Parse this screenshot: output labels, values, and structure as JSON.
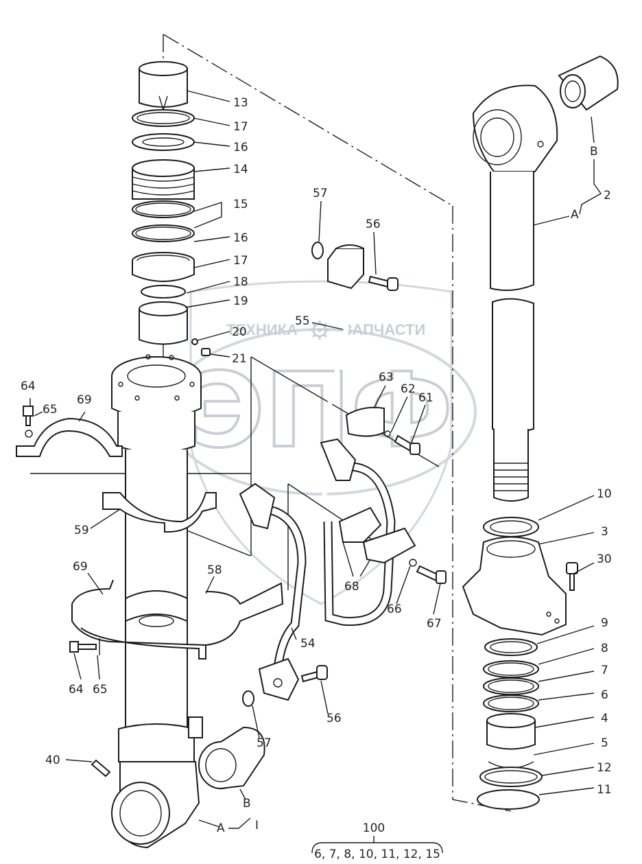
{
  "watermark": {
    "left_text": "ТЕХНИКА",
    "right_text": "ЗАПЧАСТИ",
    "logo_text": "ЭПФ",
    "gear_icon": "gear-icon",
    "color": "#c9ced6"
  },
  "callouts": {
    "p13": "13",
    "p17a": "17",
    "p16a": "16",
    "p14": "14",
    "p15": "15",
    "p16b": "16",
    "p17b": "17",
    "p18": "18",
    "p19": "19",
    "p20": "20",
    "p21": "21",
    "p64a": "64",
    "p65a": "65",
    "p69a": "69",
    "p59": "59",
    "p69b": "69",
    "p64b": "64",
    "p65b": "65",
    "p58": "58",
    "p40": "40",
    "pA1": "A",
    "pB1": "B",
    "p1": "I",
    "p57a": "57",
    "p56a": "56",
    "p55": "55",
    "p63": "63",
    "p62": "62",
    "p61": "61",
    "p54": "54",
    "p56b": "56",
    "p57b": "57",
    "p68": "68",
    "p66": "66",
    "p67": "67",
    "pB2": "B",
    "p2": "2",
    "pA2": "A",
    "p10": "10",
    "p3": "3",
    "p30": "30",
    "p9": "9",
    "p8": "8",
    "p7": "7",
    "p6": "6",
    "p4": "4",
    "p5": "5",
    "p12": "12",
    "p11": "11"
  },
  "kit": {
    "number": "100",
    "contents": "6, 7, 8, 10, 11, 12, 15"
  },
  "colors": {
    "line": "#1a1a1a",
    "paper": "#ffffff"
  }
}
